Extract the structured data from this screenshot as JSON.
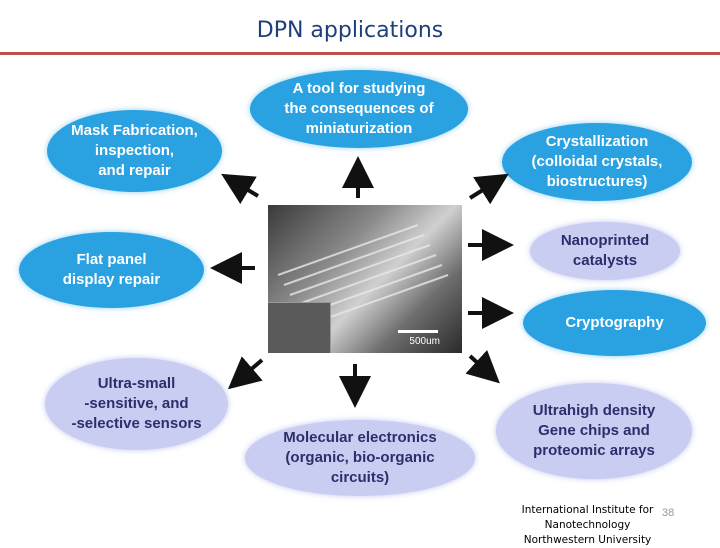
{
  "title": "DPN applications",
  "colors": {
    "blue_bubble": "#2aa1e0",
    "lavender_bubble": "#c9cdf2",
    "title": "#1f3f7a",
    "rule": "#c0504d"
  },
  "bubbles": {
    "miniaturization": "A tool for studying\nthe consequences of\nminiaturization",
    "mask": "Mask Fabrication,\ninspection,\nand repair",
    "crystallization": "Crystallization\n(colloidal crystals,\nbiostructures)",
    "flat_panel": "Flat panel\ndisplay repair",
    "catalysts": "Nanoprinted\ncatalysts",
    "cryptography": "Cryptography",
    "sensors": "Ultra-small\n-sensitive, and\n-selective sensors",
    "molecular": "Molecular electronics\n(organic, bio-organic\ncircuits)",
    "gene_chips": "Ultrahigh density\nGene chips and\nproteomic arrays"
  },
  "image": {
    "scale_label": "500um"
  },
  "footer": {
    "line1": "International Institute for Nanotechnology",
    "line2": "Northwestern University",
    "page": "38"
  }
}
